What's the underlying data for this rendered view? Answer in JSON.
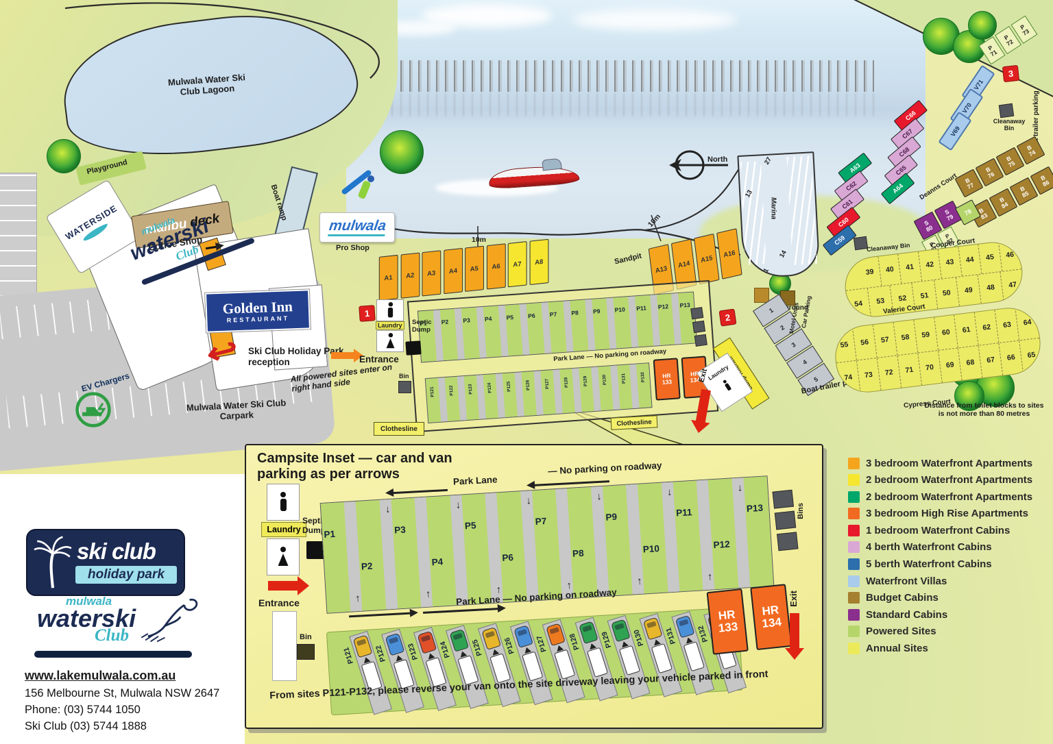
{
  "legend": {
    "items": [
      {
        "color": "#f5a51d",
        "label": "3 bedroom Waterfront Apartments"
      },
      {
        "color": "#f6e62f",
        "label": "2 bedroom Waterfront Apartments"
      },
      {
        "color": "#00a76a",
        "label": "2 bedroom Waterfront Apartments"
      },
      {
        "color": "#f26a21",
        "label": "3 bedroom High Rise Apartments"
      },
      {
        "color": "#e8192c",
        "label": "1 bedroom Waterfront Cabins"
      },
      {
        "color": "#d9a8d5",
        "label": "4 berth Waterfront Cabins"
      },
      {
        "color": "#2d6fad",
        "label": "5 berth Waterfront Cabins"
      },
      {
        "color": "#a9cbec",
        "label": "Waterfront Villas"
      },
      {
        "color": "#a5802f",
        "label": "Budget Cabins"
      },
      {
        "color": "#8b2f8f",
        "label": "Standard Cabins"
      },
      {
        "color": "#b5d56a",
        "label": "Powered Sites"
      },
      {
        "color": "#ecea5a",
        "label": "Annual Sites"
      }
    ]
  },
  "contact": {
    "website": "www.lakemulwala.com.au",
    "address": "156 Melbourne St, Mulwala NSW 2647",
    "phone": "Phone: (03) 5744 1050",
    "ski_club_phone": "Ski Club (03) 5744 1888"
  },
  "logos": {
    "ski_club": "ski club",
    "holiday_park": "holiday park",
    "mulwala": "mulwala",
    "waterski": "waterski",
    "club": "Club"
  },
  "markers": {
    "t1": "1",
    "t2": "2",
    "t3": "3"
  },
  "labels": {
    "lagoon": "Mulwala Water Ski Club Lagoon",
    "playground_top": "Playground",
    "playground_mid": "Playground",
    "waterside": "WATERSIDE",
    "malibu": "malibu",
    "deck": "deck",
    "coffee_shop": "Coffee Shop",
    "bld_mulwala": "mulwala",
    "bld_waterski": "waterski",
    "bld_club": "Club",
    "golden1": "Golden Inn",
    "golden2": "RESTAURANT",
    "reception": "Ski Club Holiday Park reception",
    "powered_note": "All powered sites enter on right hand side",
    "entrance": "Entrance",
    "exit": "Exit",
    "ev": "EV Chargers",
    "carpark": "Mulwala Water Ski Club Carpark",
    "boat_ramp": "Boat ramp",
    "pro_shop": "Pro Shop",
    "mulwala_sign": "mulwala",
    "laundry": "Laundry",
    "septic": "Septic Dump",
    "bin": "Bin",
    "bins": "Bins",
    "clothesline": "Clothesline",
    "park_lane_main": "Park Lane — No parking on roadway",
    "sandpit": "Sandpit",
    "marina": "Marina",
    "north": "North",
    "m27": "27",
    "m13": "13",
    "m14": "14",
    "m1": "1",
    "ten_m": "10m",
    "camp_kitchen": "Camp Kitchen",
    "motel_units": "Motel Units",
    "car_parking": "Car Parking",
    "boat_trailer": "Boat trailer parking",
    "cleanaway": "Cleanaway Bin",
    "deanns": "Deanns Court",
    "cooper": "Cooper Court",
    "valerie": "Valerie Court",
    "cypress": "Cypress Court",
    "distance": "Distance from toilet blocks to sites is not more than 80 metres"
  },
  "sites": {
    "p_row": [
      "P1",
      "P2",
      "P3",
      "P4",
      "P5",
      "P6",
      "P7",
      "P8",
      "P9",
      "P10",
      "P11",
      "P12",
      "P13"
    ],
    "p_bottom": [
      "P121",
      "P122",
      "P123",
      "P124",
      "P125",
      "P126",
      "P127",
      "P128",
      "P129",
      "P130",
      "P131",
      "P132"
    ],
    "hr": [
      {
        "l1": "HR",
        "l2": "133"
      },
      {
        "l1": "HR",
        "l2": "134"
      }
    ],
    "a_row": [
      {
        "label": "A1",
        "color": "#f5a51d"
      },
      {
        "label": "A2",
        "color": "#f5a51d"
      },
      {
        "label": "A3",
        "color": "#f5a51d"
      },
      {
        "label": "A4",
        "color": "#f5a51d"
      },
      {
        "label": "A5",
        "color": "#f5a51d"
      },
      {
        "label": "A6",
        "color": "#f5a51d"
      },
      {
        "label": "A7",
        "color": "#f6e62f"
      },
      {
        "label": "A8",
        "color": "#f6e62f"
      }
    ],
    "a13_row": [
      {
        "label": "A13",
        "color": "#f5a51d"
      },
      {
        "label": "A14",
        "color": "#f5a51d"
      },
      {
        "label": "A15",
        "color": "#f5a51d"
      },
      {
        "label": "A16",
        "color": "#f5a51d"
      }
    ],
    "villas": [
      "V71",
      "V70",
      "V69"
    ],
    "p7x": [
      {
        "l1": "P",
        "l2": "71"
      },
      {
        "l1": "P",
        "l2": "72"
      },
      {
        "l1": "P",
        "l2": "73"
      }
    ],
    "chain1": [
      {
        "label": "C66",
        "color": "#e8192c",
        "tc": "#ffffff"
      },
      {
        "label": "C67",
        "color": "#d9a8d5",
        "tc": "#4a1a4a"
      },
      {
        "label": "C68",
        "color": "#d9a8d5",
        "tc": "#4a1a4a"
      },
      {
        "label": "C65",
        "color": "#d9a8d5",
        "tc": "#4a1a4a"
      },
      {
        "label": "A64",
        "color": "#00a76a",
        "tc": "#ffffff"
      }
    ],
    "chain2": [
      {
        "label": "A63",
        "color": "#00a76a",
        "tc": "#ffffff"
      },
      {
        "label": "C62",
        "color": "#d9a8d5",
        "tc": "#4a1a4a"
      },
      {
        "label": "C61",
        "color": "#d9a8d5",
        "tc": "#4a1a4a"
      },
      {
        "label": "C60",
        "color": "#e8192c",
        "tc": "#ffffff"
      },
      {
        "label": "C59",
        "color": "#2d6fad",
        "tc": "#ffffff"
      }
    ],
    "budget_row1": [
      {
        "l1": "B",
        "l2": "77"
      },
      {
        "l1": "B",
        "l2": "76"
      },
      {
        "l1": "B",
        "l2": "75"
      },
      {
        "l1": "B",
        "l2": "74"
      }
    ],
    "budget_row2": [
      {
        "l1": "B",
        "l2": "83"
      },
      {
        "l1": "B",
        "l2": "84"
      },
      {
        "l1": "B",
        "l2": "85"
      },
      {
        "l1": "B",
        "l2": "86"
      }
    ],
    "standard": [
      {
        "l1": "S",
        "l2": "80"
      },
      {
        "l1": "S",
        "l2": "79"
      }
    ],
    "green78": "78",
    "p8x": [
      {
        "l1": "P",
        "l2": "81"
      },
      {
        "l1": "P",
        "l2": "82"
      }
    ],
    "cooper_top": [
      "39",
      "40",
      "41",
      "42",
      "43",
      "44",
      "45",
      "46"
    ],
    "cooper_bottom": [
      "54",
      "53",
      "52",
      "51",
      "50",
      "49",
      "48",
      "47"
    ],
    "valerie_top": [
      "55",
      "56",
      "57",
      "58",
      "59",
      "60",
      "61",
      "62",
      "63",
      "64"
    ],
    "valerie_bottom": [
      "74",
      "73",
      "72",
      "71",
      "70",
      "69",
      "68",
      "67",
      "66",
      "65"
    ],
    "motel": [
      "1",
      "2",
      "3",
      "4",
      "5"
    ]
  },
  "inset": {
    "title1": "Campsite Inset — car and van",
    "title2": "parking as per arrows",
    "park_lane": "Park Lane",
    "no_parking": "— No parking on roadway",
    "park_lane_bottom": "Park Lane — No parking on roadway",
    "laundry": "Laundry",
    "septic": "Septic Dump",
    "entrance": "Entrance",
    "bin": "Bin",
    "bins": "Bins",
    "exit": "Exit",
    "note": "From sites P121-P132, please reverse your van onto the site driveway leaving your vehicle parked in front",
    "cars": [
      {
        "label": "P121",
        "color": "#e8b62a"
      },
      {
        "label": "P122",
        "color": "#4a90d9"
      },
      {
        "label": "P123",
        "color": "#e0512a"
      },
      {
        "label": "P124",
        "color": "#2fa352"
      },
      {
        "label": "P125",
        "color": "#e8b62a"
      },
      {
        "label": "P126",
        "color": "#4a90d9"
      },
      {
        "label": "P127",
        "color": "#ee7a1f"
      },
      {
        "label": "P128",
        "color": "#2fa352"
      },
      {
        "label": "P129",
        "color": "#2fa352"
      },
      {
        "label": "P130",
        "color": "#e8b62a"
      },
      {
        "label": "P131",
        "color": "#4a90d9"
      },
      {
        "label": "P132",
        "color": "#ee7a1f"
      }
    ]
  }
}
